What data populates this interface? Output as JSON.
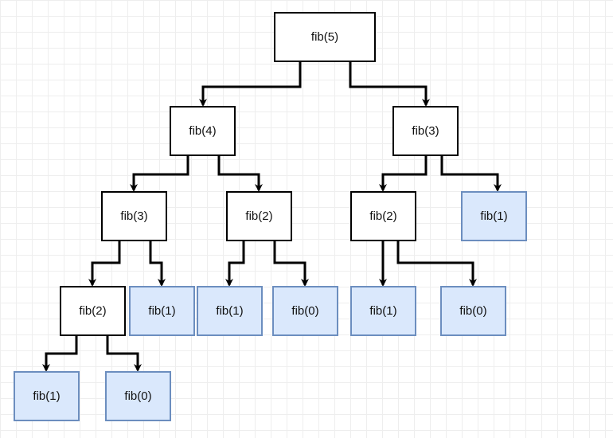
{
  "colors": {
    "internal_fill": "#ffffff",
    "leaf_fill": "#dae8fc",
    "leaf_border": "#6c8ebf",
    "edge": "#000000"
  },
  "nodes": [
    {
      "id": "n5",
      "label": "fib(5)",
      "leaf": false
    },
    {
      "id": "n4",
      "label": "fib(4)",
      "leaf": false
    },
    {
      "id": "n3a",
      "label": "fib(3)",
      "leaf": false
    },
    {
      "id": "n3b",
      "label": "fib(3)",
      "leaf": false
    },
    {
      "id": "n2a",
      "label": "fib(2)",
      "leaf": false
    },
    {
      "id": "n2b",
      "label": "fib(2)",
      "leaf": false
    },
    {
      "id": "n2c",
      "label": "fib(2)",
      "leaf": false
    },
    {
      "id": "n2d",
      "label": "fib(2)",
      "leaf": false
    },
    {
      "id": "n1a",
      "label": "fib(1)",
      "leaf": true
    },
    {
      "id": "n1b",
      "label": "fib(1)",
      "leaf": true
    },
    {
      "id": "n1c",
      "label": "fib(1)",
      "leaf": true
    },
    {
      "id": "n1d",
      "label": "fib(1)",
      "leaf": true
    },
    {
      "id": "n1e",
      "label": "fib(1)",
      "leaf": true
    },
    {
      "id": "n0a",
      "label": "fib(0)",
      "leaf": true
    },
    {
      "id": "n0b",
      "label": "fib(0)",
      "leaf": true
    },
    {
      "id": "n0c",
      "label": "fib(0)",
      "leaf": true
    }
  ],
  "edges": [
    {
      "from": "n5",
      "to": "n4"
    },
    {
      "from": "n5",
      "to": "n3b"
    },
    {
      "from": "n4",
      "to": "n3a"
    },
    {
      "from": "n4",
      "to": "n2b"
    },
    {
      "from": "n3b",
      "to": "n2c"
    },
    {
      "from": "n3b",
      "to": "n1e"
    },
    {
      "from": "n3a",
      "to": "n2a"
    },
    {
      "from": "n3a",
      "to": "n1a"
    },
    {
      "from": "n2b",
      "to": "n1b"
    },
    {
      "from": "n2b",
      "to": "n0b"
    },
    {
      "from": "n2c",
      "to": "n1c"
    },
    {
      "from": "n2c",
      "to": "n0c"
    },
    {
      "from": "n2a",
      "to": "n1d"
    },
    {
      "from": "n2a",
      "to": "n0a"
    }
  ]
}
